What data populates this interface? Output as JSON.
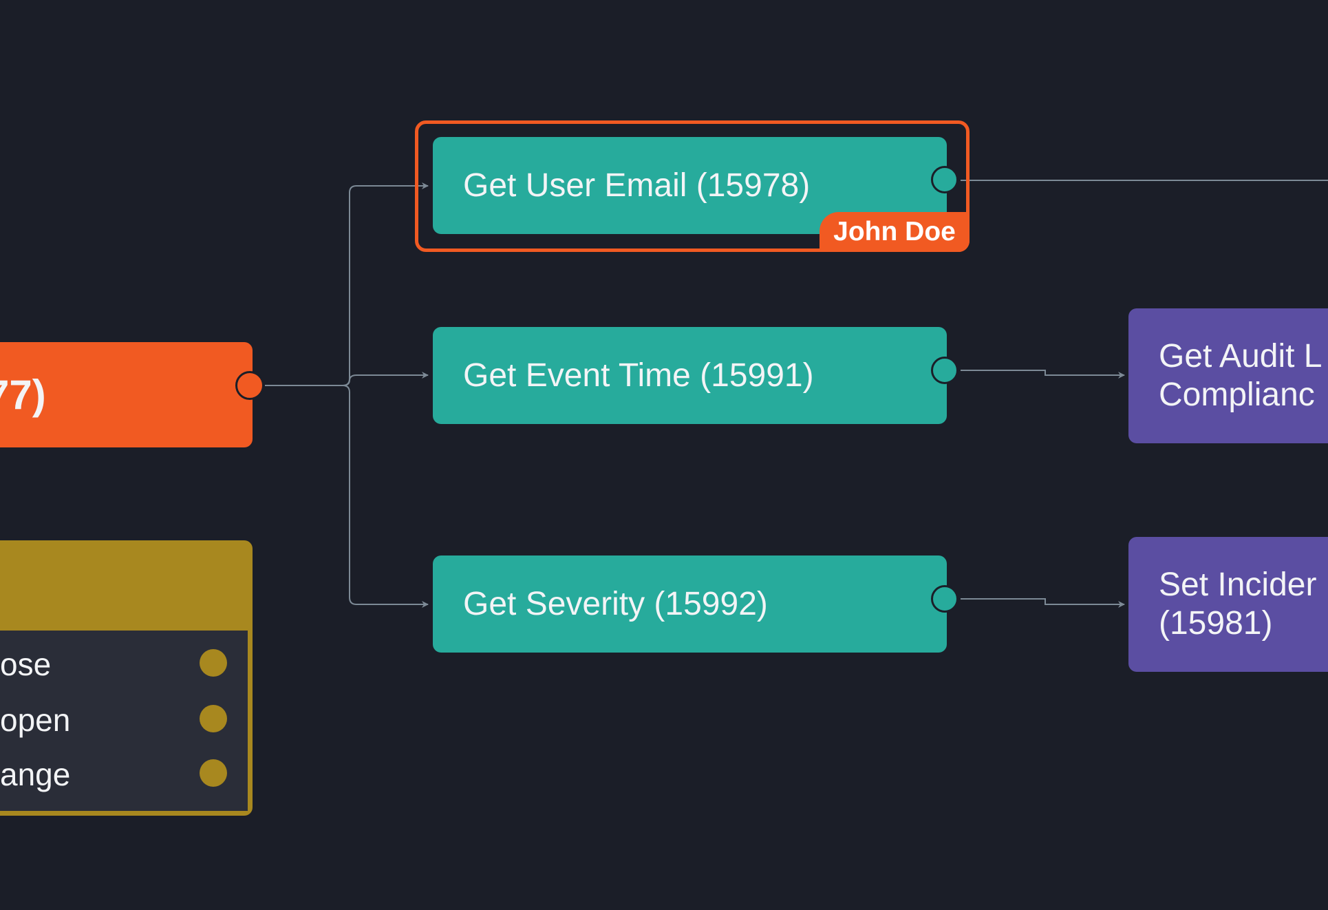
{
  "colors": {
    "background": "#1b1e28",
    "trigger": "#f15a22",
    "condition": "#a8881f",
    "action": "#27ab9c",
    "output": "#5b4ea2",
    "edge": "#7d8a96",
    "selection": "#f15a22"
  },
  "nodes": {
    "trigger": {
      "label": "77)"
    },
    "condition": {
      "rows": [
        "ose",
        "open",
        "ange"
      ]
    },
    "get_user_email": {
      "label": "Get User Email (15978)",
      "selected_by": "John Doe"
    },
    "get_event_time": {
      "label": "Get Event Time (15991)"
    },
    "get_severity": {
      "label": "Get Severity (15992)"
    },
    "get_audit": {
      "label": "Get Audit L\nComplianc"
    },
    "set_incident": {
      "label": "Set Incider\n(15981)"
    }
  }
}
